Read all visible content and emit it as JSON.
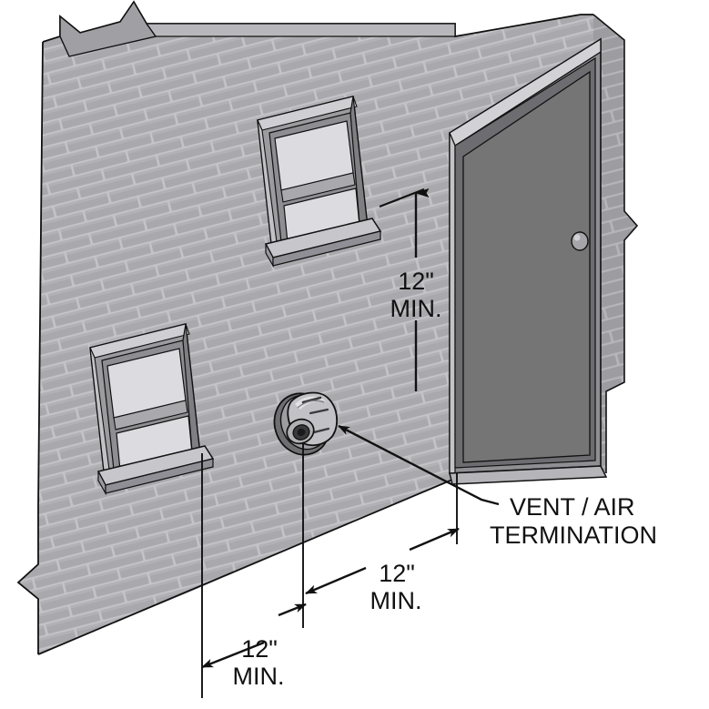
{
  "diagram": {
    "type": "isometric-architectural-detail",
    "subject": "Exterior masonry wall with vent/air termination clearances",
    "background_color": "#ffffff",
    "line_color": "#111111",
    "colors": {
      "brick_face": "#a9a9ad",
      "brick_mortar": "#c3c3c7",
      "brick_face_shadow": "#9a9a9e",
      "wall_edge": "#8b8b90",
      "wall_return_dark": "#7a7a7e",
      "door_panel": "#757575",
      "door_frame_light": "#b9b9bd",
      "door_frame_mid": "#8f8f94",
      "door_frame_dark": "#636366",
      "door_knob": "#a6a6aa",
      "window_glass": "#d9d9dd",
      "window_frame_light": "#c8c8cc",
      "window_frame_mid": "#a0a0a5",
      "window_frame_dark": "#6f6f74",
      "vent_body": "#bdbdc1",
      "vent_shadow": "#6e6e72",
      "vent_dark": "#3a3a3c"
    }
  },
  "annotations": {
    "vertical_dimension": {
      "id": "vertical-clearance",
      "value": "12\"",
      "qualifier": "MIN.",
      "lines": [
        "12\"",
        "MIN."
      ],
      "measures": "vertical distance from vent termination up to window sill"
    },
    "horizontal_dimension_left": {
      "id": "horizontal-clearance-left",
      "value": "12\"",
      "qualifier": "MIN.",
      "lines": [
        "12\"",
        "MIN."
      ],
      "measures": "horizontal distance from window edge to vent termination"
    },
    "horizontal_dimension_right": {
      "id": "horizontal-clearance-right",
      "value": "12\"",
      "qualifier": "MIN.",
      "lines": [
        "12\"",
        "MIN."
      ],
      "measures": "horizontal distance from vent termination to door edge"
    },
    "callout": {
      "id": "vent-air-termination-callout",
      "lines": [
        "VENT / AIR",
        "TERMINATION"
      ],
      "line1": "VENT / AIR",
      "line2": "TERMINATION"
    }
  },
  "components": {
    "wall": {
      "name": "brick-wall",
      "material": "brick masonry"
    },
    "door": {
      "name": "exterior-door"
    },
    "window_upper": {
      "name": "upper-double-hung-window"
    },
    "window_lower": {
      "name": "lower-double-hung-window"
    },
    "vent": {
      "name": "vent-air-termination-cap"
    }
  }
}
